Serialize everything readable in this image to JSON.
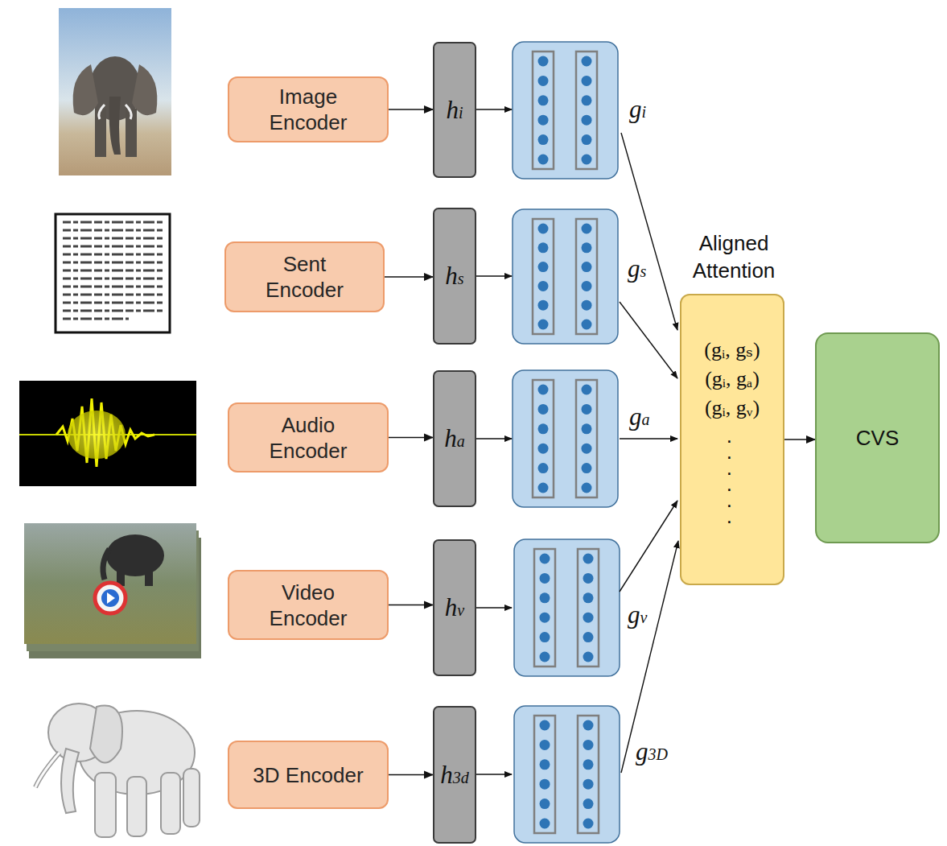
{
  "diagram": {
    "nodes": [
      {
        "text": [
          "Image Encoder"
        ]
      },
      {
        "text": [
          "hi"
        ]
      },
      {
        "text": [
          "Sent Encoder"
        ]
      },
      {
        "text": [
          "hs"
        ]
      },
      {
        "text": [
          "Audio Encoder"
        ]
      },
      {
        "text": [
          "ha"
        ]
      },
      {
        "text": [
          "Video Encoder"
        ]
      },
      {
        "text": [
          "hv"
        ]
      },
      {
        "text": [
          "3D Encoder"
        ]
      },
      {
        "text": [
          "h3d"
        ]
      },
      {
        "text": [
          "Aligned Attention",
          "(gᵢ, gₛ)",
          "(gᵢ, gₐ)",
          "(gᵢ, gᵥ)",
          ". . . . . ."
        ]
      },
      {
        "text": [
          "CVS"
        ]
      }
    ],
    "edges": [
      {
        "from": 0,
        "to": 1,
        "arrow": "to"
      },
      {
        "from": 2,
        "to": 3,
        "arrow": "to"
      },
      {
        "from": 4,
        "to": 5,
        "arrow": "to"
      },
      {
        "from": 6,
        "to": 7,
        "arrow": "to"
      },
      {
        "from": 8,
        "to": 9,
        "arrow": "to"
      },
      {
        "from": 10,
        "to": 11,
        "arrow": "to"
      }
    ],
    "labels": [
      "gi",
      "gs",
      "ga",
      "gv",
      "g3D"
    ]
  }
}
